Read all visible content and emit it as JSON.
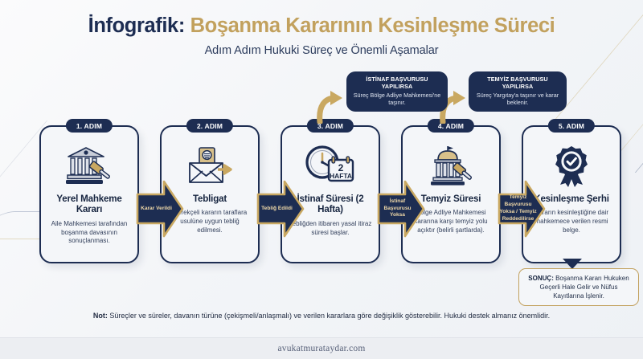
{
  "header": {
    "title_lead": "İnfografik:",
    "title_main": "Boşanma Kararının Kesinleşme Süreci",
    "subtitle": "Adım Adım Hukuki Süreç ve Önemli Aşamalar"
  },
  "colors": {
    "navy": "#1d2d52",
    "gold": "#c2a15e",
    "card_bg": "#f4f6f9",
    "page_bg": "#f3f5f8",
    "label_gold": "#f0d9a8"
  },
  "callouts": [
    {
      "id": "istinaf",
      "title": "İSTİNAF BAŞVURUSU YAPILIRSA",
      "body": "Süreç Bölge Adliye Mahkemesi'ne taşınır.",
      "arrow_icon": "curved-arrow-up-icon"
    },
    {
      "id": "temyiz",
      "title": "TEMYİZ BAŞVURUSU YAPILIRSA",
      "body": "Süreç Yargıtay'a taşınır ve karar beklenir.",
      "arrow_icon": "curved-arrow-up-icon"
    }
  ],
  "steps": [
    {
      "badge": "1. ADIM",
      "icon": "courthouse-gavel-icon",
      "title": "Yerel Mahkeme Kararı",
      "desc": "Aile Mahkemesi tarafından boşanma davasının sonuçlanması."
    },
    {
      "badge": "2. ADIM",
      "icon": "envelope-notice-icon",
      "title": "Tebligat",
      "desc": "Gerekçeli kararın taraflara usulüne uygun tebliğ edilmesi."
    },
    {
      "badge": "3. ADIM",
      "icon": "clock-calendar-icon",
      "title": "İstinaf Süresi (2 Hafta)",
      "desc": "Tebliğden itibaren yasal itiraz süresi başlar.",
      "calendar_number": "2",
      "calendar_unit": "HAFTA"
    },
    {
      "badge": "4. ADIM",
      "icon": "supreme-court-gavel-icon",
      "title": "Temyiz Süresi",
      "desc": "Bölge Adliye Mahkemesi kararına karşı temyiz yolu açıktır (belirli şartlarda)."
    },
    {
      "badge": "5. ADIM",
      "icon": "award-ribbon-check-icon",
      "title": "Kesinleşme Şerhi",
      "desc": "Kararın kesinleştiğine dair mahkemece verilen resmi belge."
    }
  ],
  "connectors": [
    {
      "label": "Karar Verildi"
    },
    {
      "label": "Tebliğ Edildi"
    },
    {
      "label": "İstinaf Başvurusu Yoksa"
    },
    {
      "label": "Temyiz Başvurusu Yoksa / Temyiz Reddedilirse"
    }
  ],
  "result": {
    "label": "SONUÇ:",
    "text": "Boşanma Kararı Hukuken Geçerli Hale Gelir ve Nüfus Kayıtlarına İşlenir."
  },
  "footer": {
    "note_label": "Not:",
    "note_text": "Süreçler ve süreler, davanın türüne (çekişmeli/anlaşmalı) ve verilen kararlara göre değişiklik gösterebilir. Hukuki destek almanız önemlidir.",
    "site_url": "avukatmurataydar.com"
  }
}
